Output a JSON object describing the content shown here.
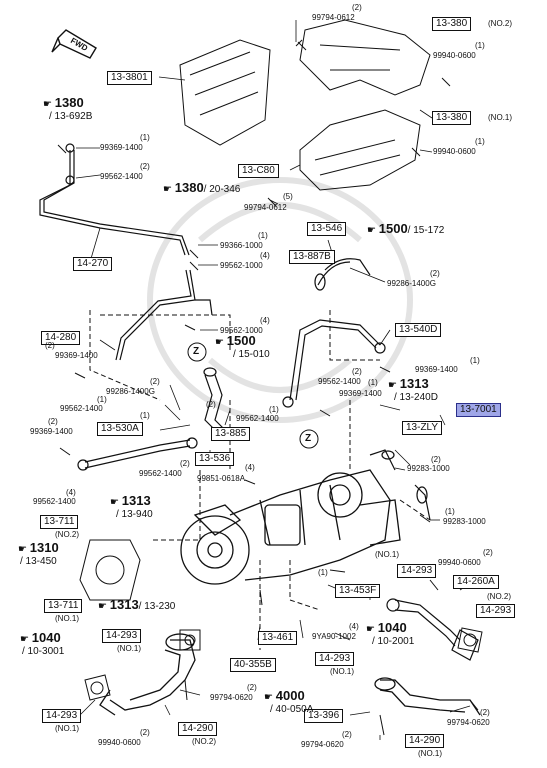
{
  "direction": "FWD",
  "part_boxes": {
    "b_13_380_top": "13-380",
    "b_13_3801": "13-3801",
    "b_13_380_mid": "13-380",
    "b_13_c80": "13-C80",
    "b_13_546": "13-546",
    "b_13_887b": "13-887B",
    "b_14_270": "14-270",
    "b_14_280": "14-280",
    "b_13_540d": "13-540D",
    "b_13_530a": "13-530A",
    "b_13_885": "13-885",
    "b_13_536": "13-536",
    "b_13_7001": "13-7001",
    "b_13_zly": "13-ZLY",
    "b_13_711_a": "13-711",
    "b_13_711_b": "13-711",
    "b_14_293_a": "14-293",
    "b_14_260a": "14-260A",
    "b_13_453f": "13-453F",
    "b_14_293_b": "14-293",
    "b_14_293_c": "14-293",
    "b_13_461": "13-461",
    "b_40_355b": "40-355B",
    "b_14_293_d": "14-293",
    "b_14_293_e": "14-293",
    "b_14_290_a": "14-290",
    "b_13_396": "13-396",
    "b_14_290_b": "14-290"
  },
  "part_numbers": {
    "p_99794_0612_a": "99794-0612",
    "p_99940_0600_a": "99940-0600",
    "p_99940_0600_b": "99940-0600",
    "p_99794_0612_b": "99794-0612",
    "p_99369_1400_a": "99369-1400",
    "p_99562_1400_a": "99562-1400",
    "p_99366_1000": "99366-1000",
    "p_99562_1000_a": "99562-1000",
    "p_99286_1400g_a": "99286-1400G",
    "p_99562_1000_b": "99562-1000",
    "p_99369_1400_b": "99369-1400",
    "p_99286_1400g_b": "99286-1400G",
    "p_99562_1400_b": "99562-1400",
    "p_99562_1400_c": "99562-1400",
    "p_99369_1400_c": "99369-1400",
    "p_99369_1400_d": "99369-1400",
    "p_99369_1400_e": "99369-1400",
    "p_99562_1400_d": "99562-1400",
    "p_99562_1400_e": "99562-1400",
    "p_99851_0618a": "99851-0618A",
    "p_99283_1000_a": "99283-1000",
    "p_99283_1000_b": "99283-1000",
    "p_99562_1400_f": "99562-1400",
    "p_99940_0600_c": "99940-0600",
    "p_9ya90_1002": "9YA90-1002",
    "p_99794_0620_a": "99794-0620",
    "p_99940_0600_d": "99940-0600",
    "p_99794_0620_b": "99794-0620",
    "p_99794_0620_c": "99794-0620"
  },
  "quantities": {
    "q1": "(2)",
    "q2": "(1)",
    "q3": "(1)",
    "q4": "(1)",
    "q5": "(2)",
    "q6": "(5)",
    "q7": "(1)",
    "q8": "(2)",
    "q9": "(4)",
    "q10": "(2)",
    "q11": "(4)",
    "q12": "(1)",
    "q13": "(1)",
    "q14": "(2)",
    "q15": "(2)",
    "q16": "(1)",
    "q17": "(1)",
    "q18": "(2)",
    "q19": "(2)",
    "q20": "(1)",
    "q21": "(2)",
    "q22": "(4)",
    "q23": "(4)",
    "q24": "(1)",
    "q25": "(1)",
    "q26": "(2)",
    "q27": "(4)",
    "q28": "(2)",
    "q29": "(2)",
    "q30": "(2)",
    "q31": "(2)",
    "q32": "(2)"
  },
  "notes": {
    "n_no2_a": "(NO.2)",
    "n_no1_a": "(NO.1)",
    "n_no2_b": "(NO.2)",
    "n_no1_b": "(NO.1)",
    "n_no1_c": "(NO.1)",
    "n_no2_c": "(NO.2)",
    "n_no1_d": "(NO.1)",
    "n_no1_e": "(NO.1)",
    "n_no2_d": "(NO.2)",
    "n_no1_f": "(NO.1)",
    "n_no1_g": "(NO.1)"
  },
  "section_refs": [
    {
      "num": "1380",
      "sub": "/ 13-692B"
    },
    {
      "num": "1380",
      "sub": "/ 20-346"
    },
    {
      "num": "1500",
      "sub": "/ 15-172"
    },
    {
      "num": "1500",
      "sub": "/ 15-010"
    },
    {
      "num": "1313",
      "sub": "/ 13-240D"
    },
    {
      "num": "1313",
      "sub": "/ 13-940"
    },
    {
      "num": "1310",
      "sub": "/ 13-450"
    },
    {
      "num": "1313",
      "sub": "/ 13-230"
    },
    {
      "num": "1040",
      "sub": "/ 10-2001"
    },
    {
      "num": "1040",
      "sub": "/ 10-3001"
    },
    {
      "num": "4000",
      "sub": "/ 40-050A"
    }
  ],
  "z_marker": "Z",
  "colors": {
    "highlight": "#9fa6e8",
    "line": "#111111"
  }
}
